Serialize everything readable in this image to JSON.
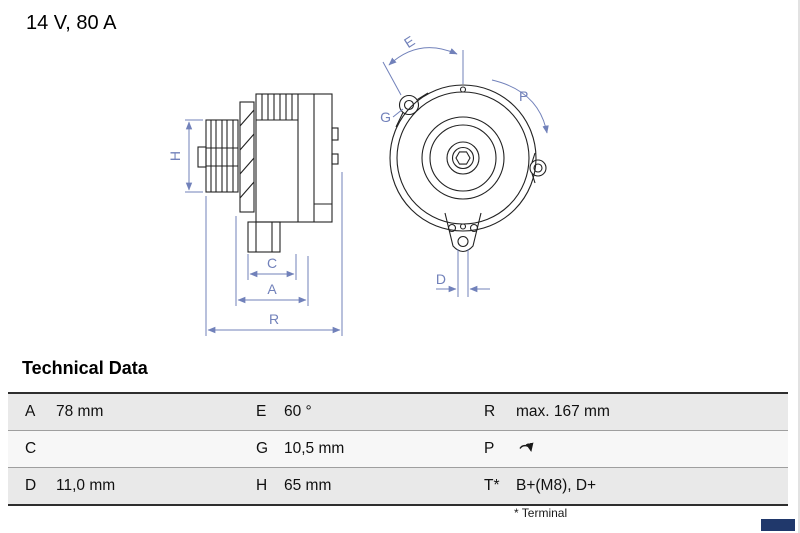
{
  "page": {
    "title": "14 V, 80 A"
  },
  "drawing": {
    "labels": {
      "H": "H",
      "C": "C",
      "A": "A",
      "R": "R",
      "E": "E",
      "G": "G",
      "P": "P",
      "D": "D"
    },
    "dimension_color": "#7181ba",
    "outline_color": "#222222"
  },
  "technical_data": {
    "heading": "Technical Data",
    "rows": [
      {
        "cells": [
          {
            "key": "A",
            "value": "78 mm"
          },
          {
            "key": "E",
            "value": "60 °"
          },
          {
            "key": "R",
            "value": "max. 167 mm"
          }
        ]
      },
      {
        "cells": [
          {
            "key": "C",
            "value": ""
          },
          {
            "key": "G",
            "value": "10,5 mm"
          },
          {
            "key": "P",
            "value": "",
            "icon": "rotation-direction-icon"
          }
        ]
      },
      {
        "cells": [
          {
            "key": "D",
            "value": "11,0 mm"
          },
          {
            "key": "H",
            "value": "65 mm"
          },
          {
            "key": "T*",
            "value": "B+(M8), D+"
          }
        ]
      }
    ],
    "footnote": "* Terminal"
  },
  "brand": {
    "color": "#20386b"
  }
}
